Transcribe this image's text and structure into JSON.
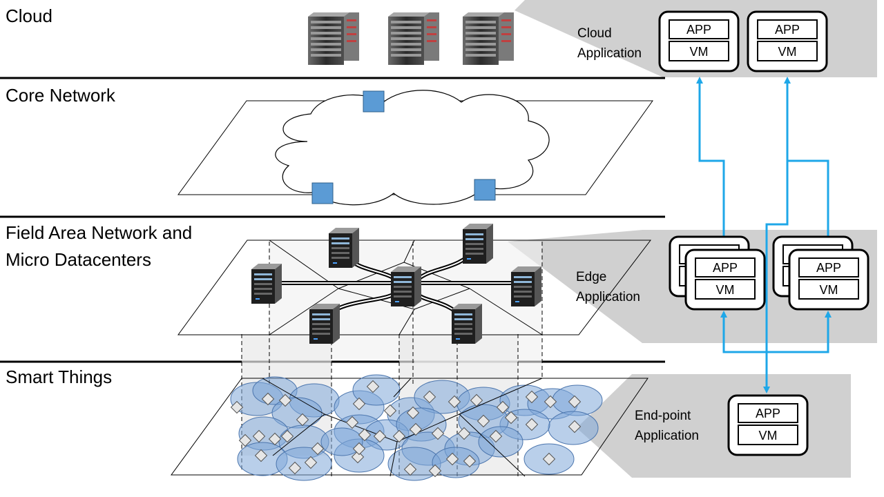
{
  "layers": {
    "cloud": "Cloud",
    "core_network": "Core Network",
    "field_area_line1": "Field Area Network and",
    "field_area_line2": "Micro Datacenters",
    "smart_things": "Smart Things"
  },
  "applications": {
    "cloud_line1": "Cloud",
    "cloud_line2": "Application",
    "edge_line1": "Edge",
    "edge_line2": "Application",
    "endpoint_line1": "End-point",
    "endpoint_line2": "Application"
  },
  "box_labels": {
    "app": "APP",
    "vm": "VM"
  },
  "colors": {
    "arrow": "#1ea7e8",
    "cloud_node": "#5b9bd5",
    "sensor_fill": "#7fa7d8",
    "callout": "#d0d0d0"
  },
  "icons": {
    "server": "server-rack-icon",
    "sensor": "sensor-diamond-icon",
    "router": "router-square-icon"
  }
}
